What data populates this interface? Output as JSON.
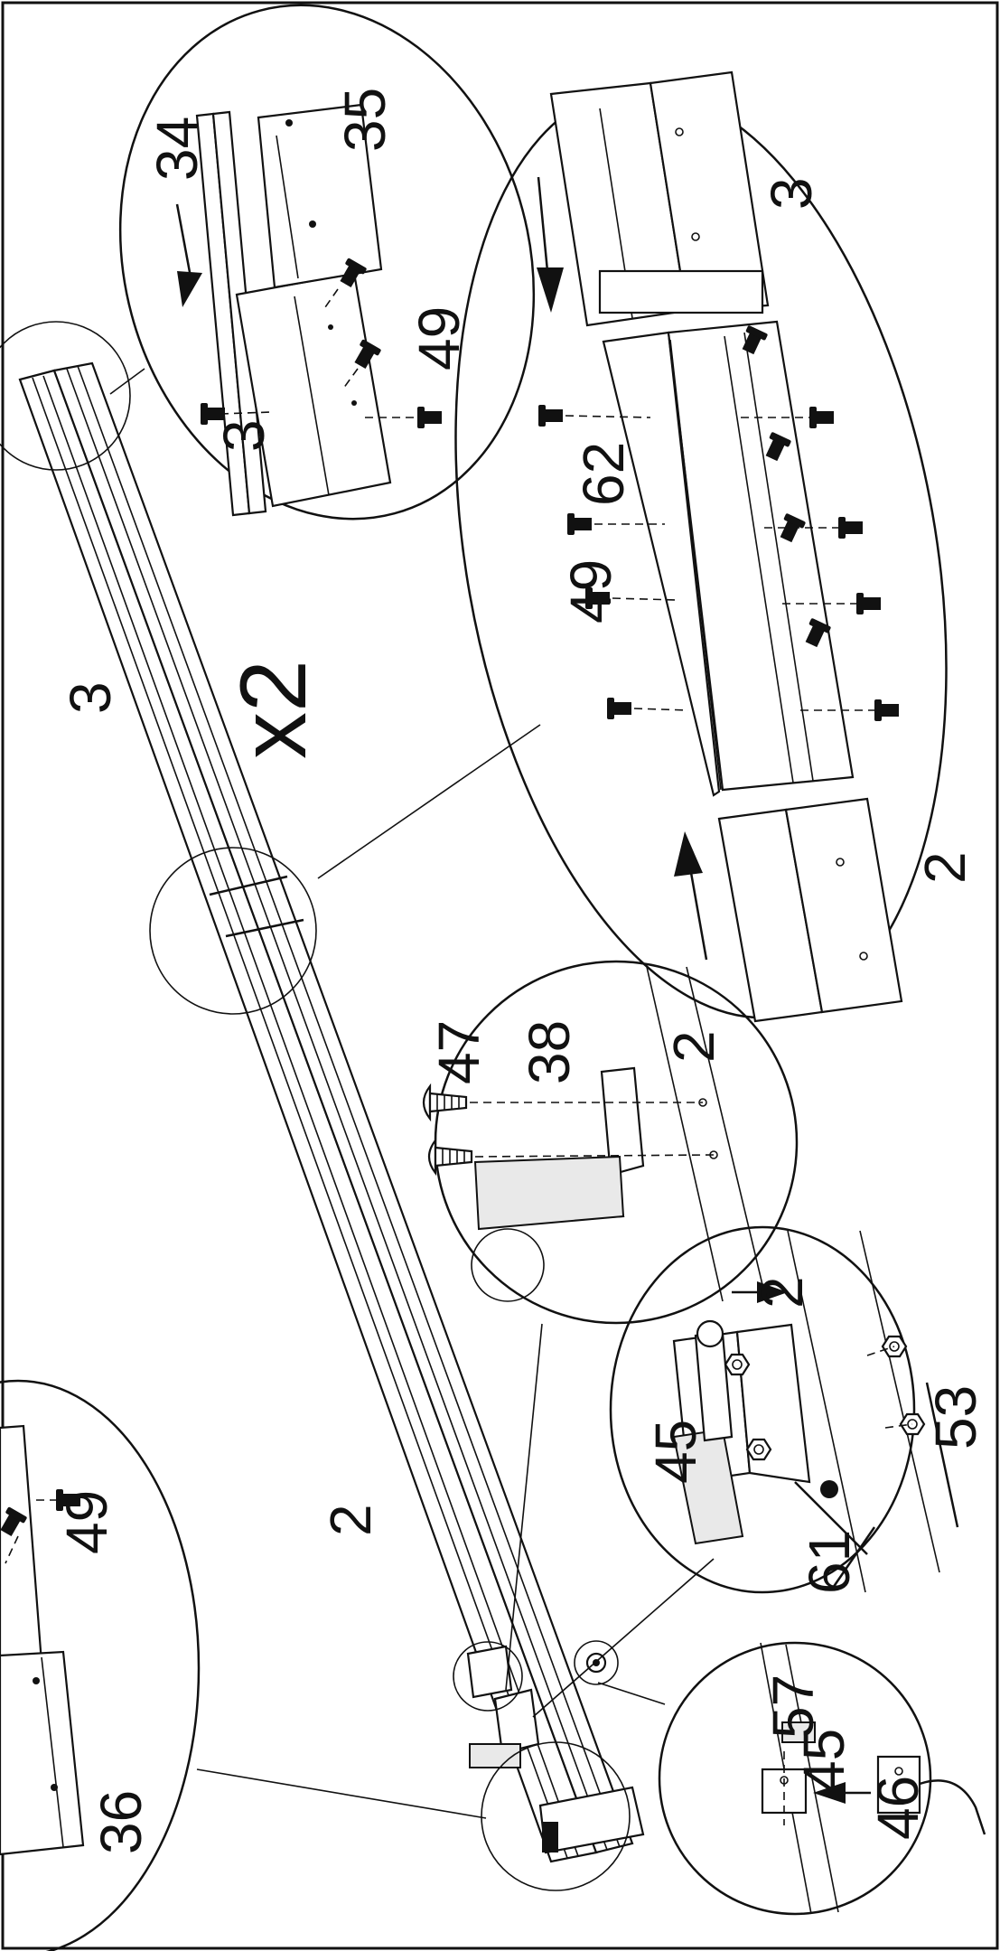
{
  "diagram": {
    "multiplier": "x2",
    "labels": {
      "rail_upper": "3",
      "rail_lower": "2",
      "d1_34": "34",
      "d1_35": "35",
      "d1_3": "3",
      "d1_49": "49",
      "d2_3": "3",
      "d2_62": "62",
      "d2_49": "49",
      "d2_2": "2",
      "d3_47": "47",
      "d3_38": "38",
      "d3_2": "2",
      "d4_2": "2",
      "d4_45": "45",
      "d4_53": "53",
      "d4_61": "61",
      "d5_57": "57",
      "d5_45": "45",
      "d5_46": "46",
      "d6_49": "49",
      "d6_36": "36"
    }
  }
}
